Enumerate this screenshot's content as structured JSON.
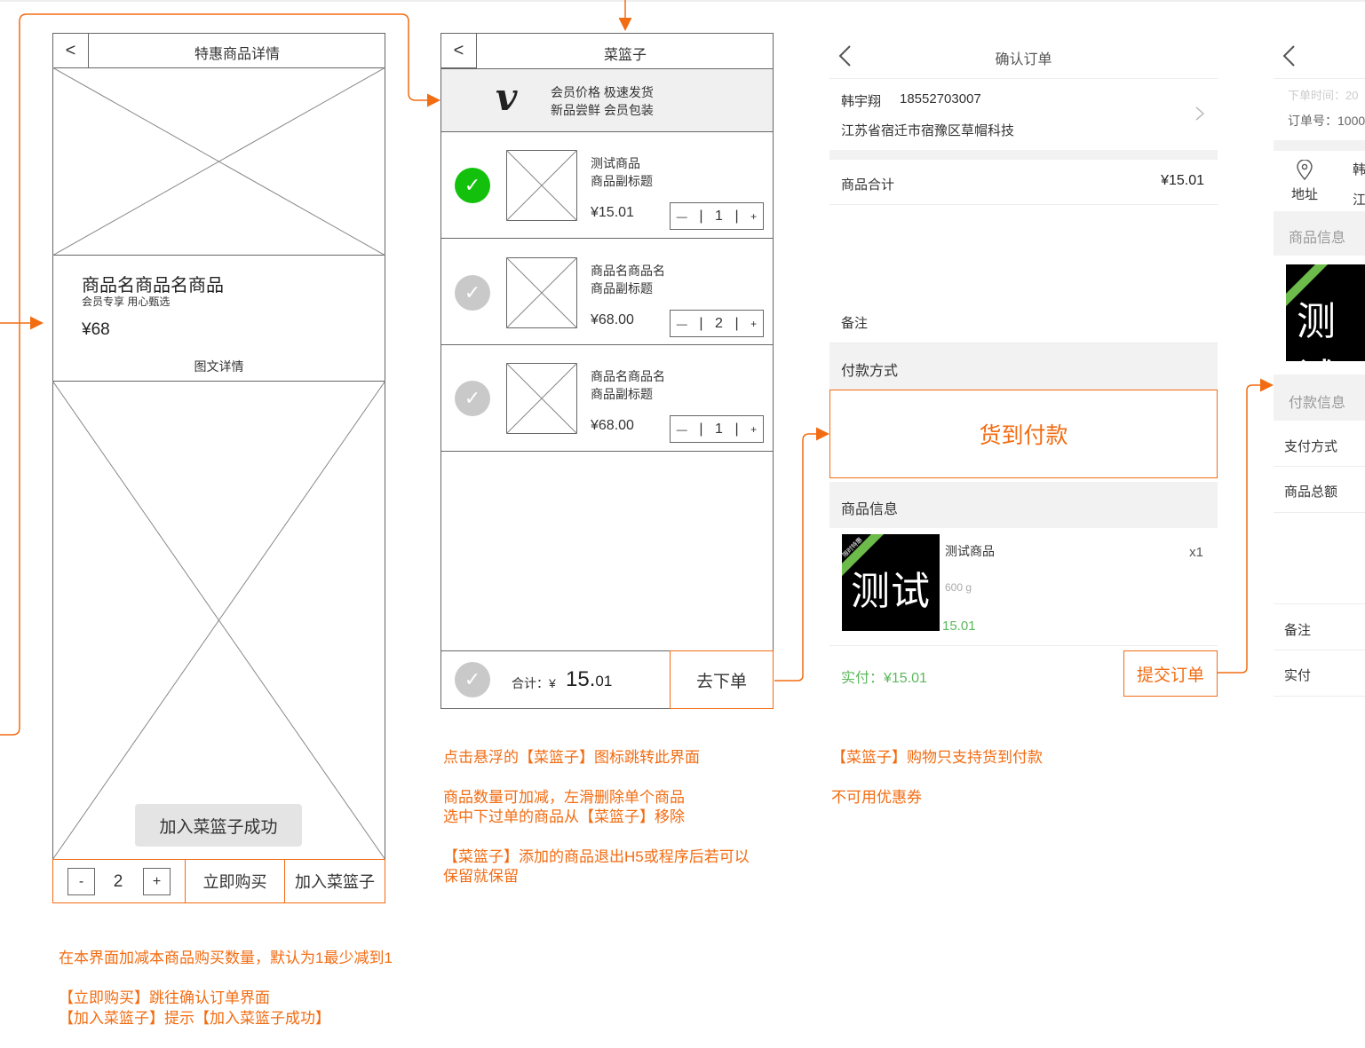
{
  "screen1": {
    "back": "<",
    "title": "特惠商品详情",
    "product_name": "商品名商品名商品",
    "product_tagline": "会员专享 用心甄选",
    "price": "¥68",
    "detail_label": "图文详情",
    "toast": "加入菜篮子成功",
    "minus": "-",
    "quantity": "2",
    "plus": "+",
    "buy_now": "立即购买",
    "add_basket": "加入菜篮子"
  },
  "screen2": {
    "back": "<",
    "title": "菜篮子",
    "vip_logo": "v",
    "vip_line1": "会员价格  极速发货",
    "vip_line2": "新品尝鲜  会员包装",
    "items": [
      {
        "name": "测试商品",
        "subtitle": "商品副标题",
        "price": "¥15.01",
        "minus": "—",
        "qty": "1",
        "plus": "+",
        "checked": true
      },
      {
        "name": "商品名商品名",
        "subtitle": "商品副标题",
        "price": "¥68.00",
        "minus": "—",
        "qty": "2",
        "plus": "+",
        "checked": false
      },
      {
        "name": "商品名商品名",
        "subtitle": "商品副标题",
        "price": "¥68.00",
        "minus": "—",
        "qty": "1",
        "plus": "+",
        "checked": false
      }
    ],
    "total_label": "合计：¥",
    "total_int": "15.",
    "total_dec": "01",
    "checkout": "去下单"
  },
  "screen3": {
    "back": "‹",
    "title": "确认订单",
    "receiver": "韩宇翔",
    "phone": "18552703007",
    "address": "江苏省宿迁市宿豫区草帽科技",
    "goods_total_label": "商品合计",
    "goods_total_value": "¥15.01",
    "remark_label": "备注",
    "pay_method_label": "付款方式",
    "pay_method": "货到付款",
    "goods_info_label": "商品信息",
    "item_name": "测试商品",
    "item_weight": "600 g",
    "item_price": "15.01",
    "item_qty": "x1",
    "thumb_text": "测试",
    "thumb_ribbon": "限时特惠",
    "paid_label": "实付：¥15.01",
    "submit": "提交订单"
  },
  "screen4": {
    "back": "‹",
    "order_time": "下单时间：20",
    "order_no": "订单号：1000",
    "address_label": "地址",
    "receiver_partial": "韩",
    "address_partial": "江",
    "goods_info_label": "商品信息",
    "thumb_text": "测试",
    "pay_info_label": "付款信息",
    "pay_method_label": "支付方式",
    "goods_total_label": "商品总额",
    "remark_label": "备注",
    "paid_label": "实付"
  },
  "notes": {
    "screen1": [
      "在本界面加减本商品购买数量，默认为1最少减到1",
      "【立即购买】跳往确认订单界面",
      "【加入菜篮子】提示【加入菜篮子成功】"
    ],
    "screen2": [
      "点击悬浮的【菜篮子】图标跳转此界面",
      "商品数量可加减，左滑删除单个商品",
      "选中下过单的商品从【菜篮子】移除",
      "【菜篮子】添加的商品退出H5或程序后若可以",
      "保留就保留"
    ],
    "screen3": [
      "【菜篮子】购物只支持货到付款",
      "不可用优惠券"
    ]
  },
  "colors": {
    "accent": "#f26c12",
    "check_on": "#13c10d",
    "check_off": "#c9c9c9",
    "green_text": "#5cb85c",
    "line": "#666666"
  }
}
